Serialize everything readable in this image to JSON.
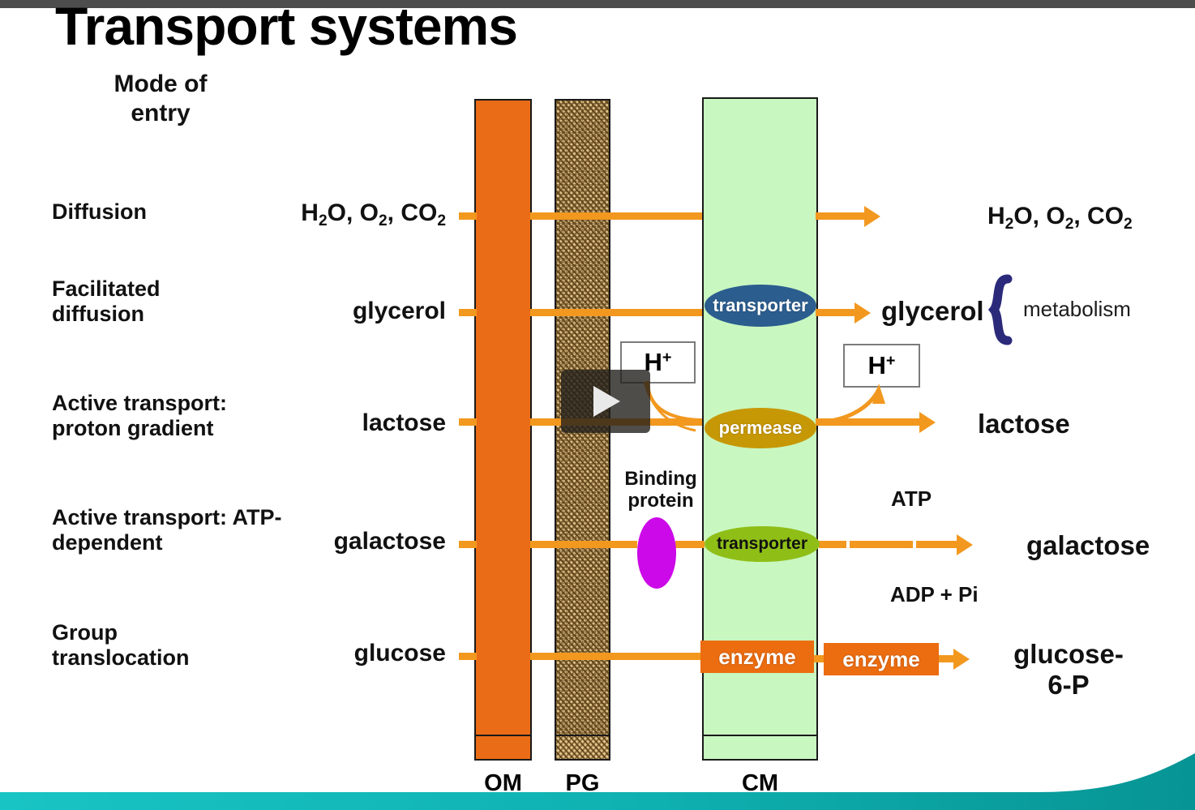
{
  "slide": {
    "title": "Transport systems",
    "column_header": "Mode of entry",
    "column_header_lines": [
      "Mode of",
      "entry"
    ]
  },
  "modes": [
    {
      "label": "Diffusion",
      "lines": [
        "Diffusion"
      ]
    },
    {
      "label": "Facilitated diffusion",
      "lines": [
        "Facilitated",
        "diffusion"
      ]
    },
    {
      "label": "Active transport: proton gradient",
      "lines": [
        "Active transport:",
        "proton gradient"
      ]
    },
    {
      "label": "Active transport: ATP-dependent",
      "lines": [
        "Active transport: ATP-",
        "dependent"
      ]
    },
    {
      "label": "Group translocation",
      "lines": [
        "Group",
        "translocation"
      ]
    }
  ],
  "substrates_in": [
    {
      "text": "H2O, O2, CO2",
      "html": "H<sub>2</sub>O, O<sub>2</sub>, CO<sub>2</sub>"
    },
    {
      "text": "glycerol"
    },
    {
      "text": "lactose"
    },
    {
      "text": "galactose"
    },
    {
      "text": "glucose"
    }
  ],
  "substrates_out": [
    {
      "text": "H2O, O2, CO2",
      "html": "H<sub>2</sub>O, O<sub>2</sub>, CO<sub>2</sub>"
    },
    {
      "text": "glycerol"
    },
    {
      "text": "lactose"
    },
    {
      "text": "galactose"
    },
    {
      "text": "glucose-6-P",
      "line1": "glucose-",
      "line2": "6-P"
    }
  ],
  "membranes": [
    {
      "abbrev": "OM",
      "name": "outer membrane",
      "color": "#ea6c16"
    },
    {
      "abbrev": "PG",
      "name": "peptidoglycan",
      "color": "#ddc28a"
    },
    {
      "abbrev": "CM",
      "name": "cytoplasmic membrane",
      "color": "#c9f7c0"
    }
  ],
  "proteins": {
    "transporter_blue": "transporter",
    "permease": "permease",
    "transporter_green": "transporter",
    "binding_protein": "Binding protein",
    "binding_protein_lines": [
      "Binding",
      "protein"
    ],
    "enzyme_1": "enzyme",
    "enzyme_2": "enzyme"
  },
  "annotations": {
    "proton_in": "H+",
    "proton_out": "H+",
    "atp": "ATP",
    "adp_pi": "ADP + Pi",
    "metabolism": "metabolism"
  },
  "media": {
    "play_button": "play-icon"
  },
  "colors": {
    "orange": "#ea6c16",
    "arrow_orange": "#f2981f",
    "peptidoglycan": "#ddc28a",
    "membrane_green": "#c9f7c0",
    "transporter_blue": "#2c5d8f",
    "permease_gold": "#c79806",
    "transporter_green": "#8fbf17",
    "binding_protein_magenta": "#cc09e8",
    "brace_navy": "#2b2a7a",
    "footer_teal": "#0aa6a6",
    "topbar_grey": "#4d4d4d"
  }
}
